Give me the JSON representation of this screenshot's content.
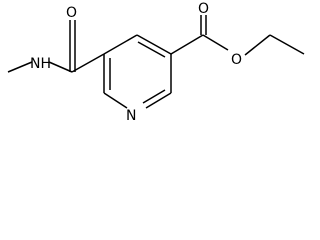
{
  "molecule": {
    "atoms": {
      "carbonyl_o_left": "O",
      "amide_nh": "NH",
      "ester_o_double": "O",
      "ester_o_single": "O",
      "ring_n": "N"
    }
  }
}
